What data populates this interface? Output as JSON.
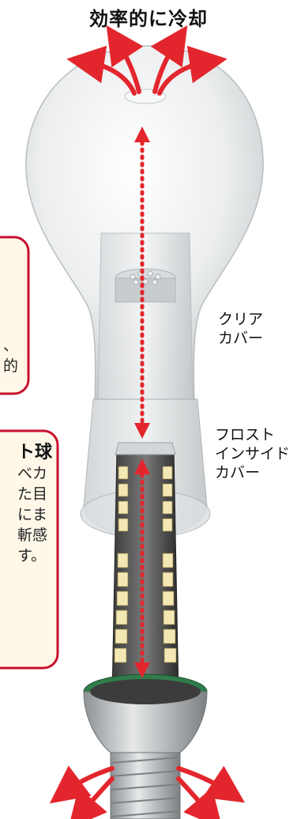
{
  "title": "効率的に冷却",
  "labels": {
    "clear_cover": [
      "クリア",
      "カバー"
    ],
    "frost_cover": [
      "フロスト",
      "インサイド",
      "カバー"
    ]
  },
  "callout_top": {
    "lines": [
      "、",
      "的"
    ]
  },
  "callout_bottom": {
    "title": "ト球",
    "lines": [
      "べカ",
      "た目",
      "にま",
      "斬感",
      "す。"
    ]
  },
  "colors": {
    "arrow_red": "#e3262d",
    "callout_border": "#c8102e",
    "callout_fill": "#fff8e8",
    "led_chip": "#f3e7b4",
    "base_green": "#2f7d4a"
  }
}
